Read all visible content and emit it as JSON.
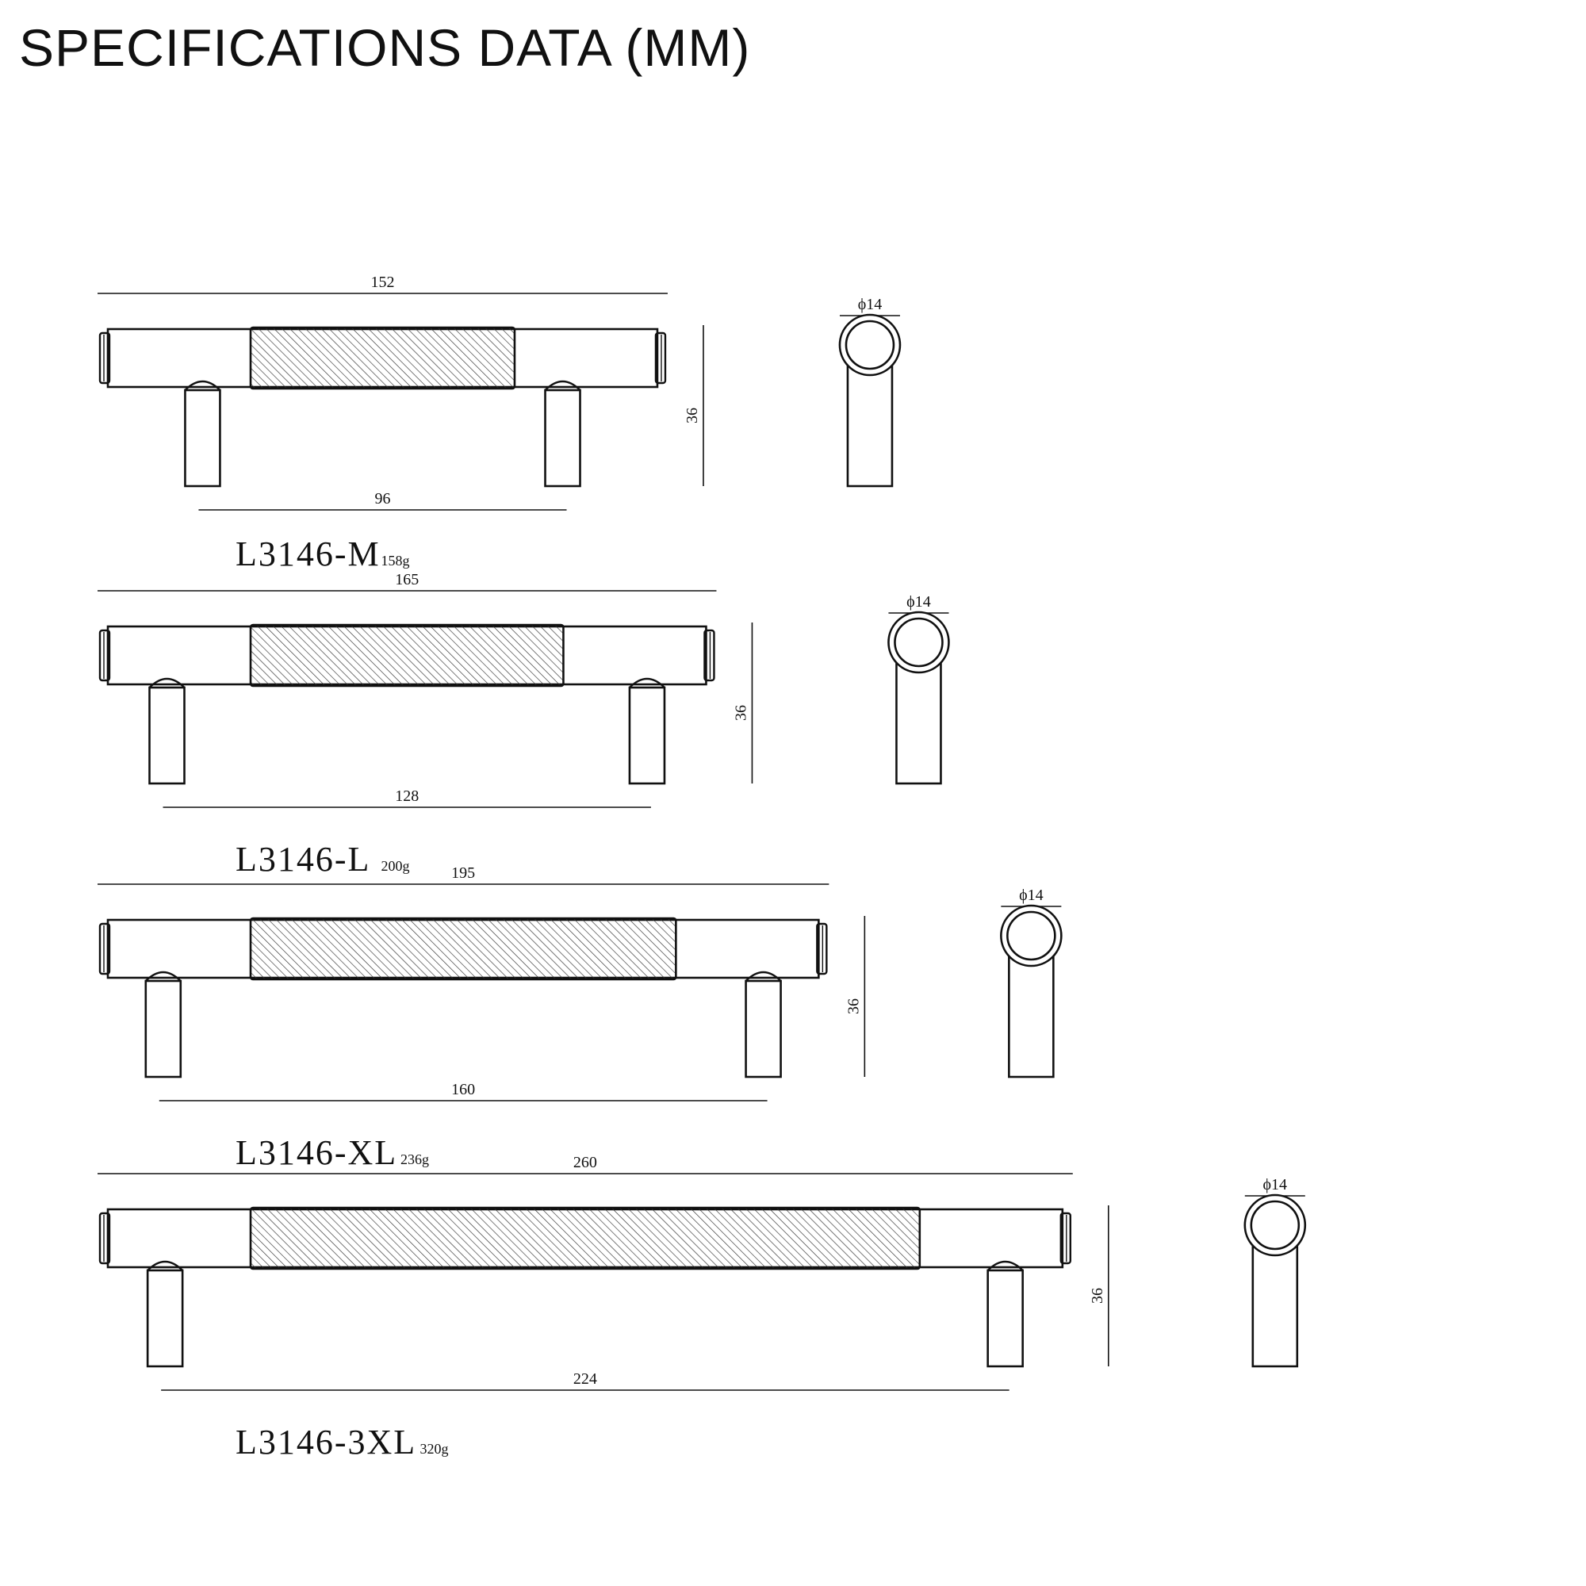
{
  "page": {
    "title": "SPECIFICATIONS DATA (MM)"
  },
  "colors": {
    "line": "#111111",
    "hatch": "#333333",
    "background": "#ffffff"
  },
  "handles": [
    {
      "model": "L3146-M",
      "weight": "158g",
      "overall_length": "152",
      "hole_centers": "96",
      "height": "36",
      "diameter": "ϕ14",
      "overall_length_mm": 152,
      "hole_centers_mm": 96
    },
    {
      "model": "L3146-L",
      "weight": "200g",
      "overall_length": "165",
      "hole_centers": "128",
      "height": "36",
      "diameter": "ϕ14",
      "overall_length_mm": 165,
      "hole_centers_mm": 128
    },
    {
      "model": "L3146-XL",
      "weight": "236g",
      "overall_length": "195",
      "hole_centers": "160",
      "height": "36",
      "diameter": "ϕ14",
      "overall_length_mm": 195,
      "hole_centers_mm": 160
    },
    {
      "model": "L3146-3XL",
      "weight": "320g",
      "overall_length": "260",
      "hole_centers": "224",
      "height": "36",
      "diameter": "ϕ14",
      "overall_length_mm": 260,
      "hole_centers_mm": 224
    }
  ]
}
